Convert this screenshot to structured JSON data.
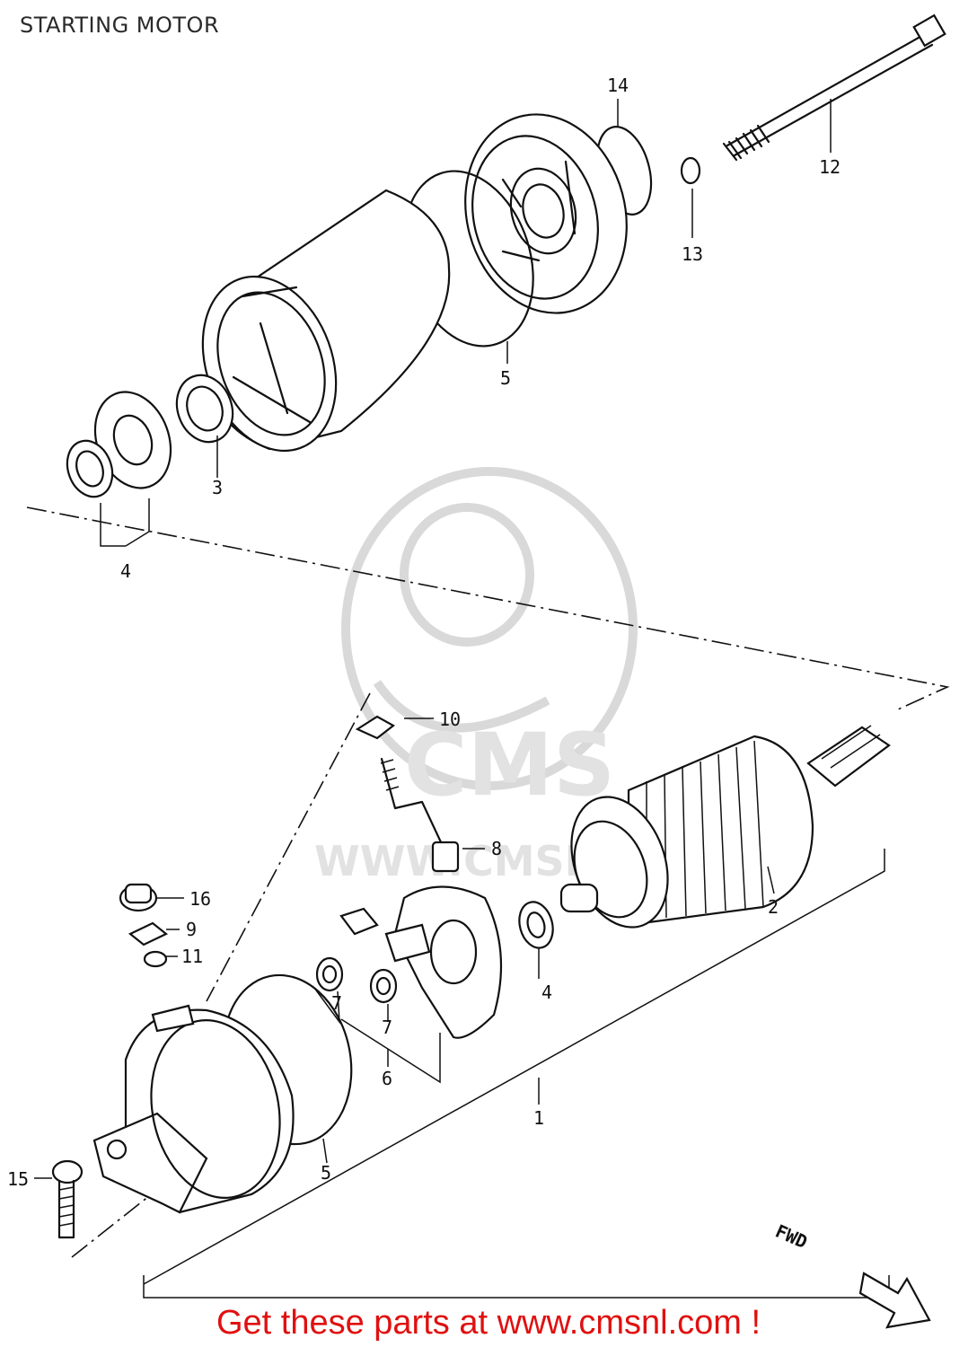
{
  "title": "STARTING MOTOR",
  "promo_text": "Get these parts at www.cmsnl.com !",
  "watermark": {
    "logo_text": "CMS",
    "url_text": "WWW.CMSNL"
  },
  "direction_label": "FWD",
  "parts": [
    {
      "ref": "1"
    },
    {
      "ref": "2"
    },
    {
      "ref": "3"
    },
    {
      "ref": "4"
    },
    {
      "ref": "4"
    },
    {
      "ref": "5"
    },
    {
      "ref": "5"
    },
    {
      "ref": "6"
    },
    {
      "ref": "7"
    },
    {
      "ref": "7"
    },
    {
      "ref": "8"
    },
    {
      "ref": "9"
    },
    {
      "ref": "10"
    },
    {
      "ref": "11"
    },
    {
      "ref": "12"
    },
    {
      "ref": "13"
    },
    {
      "ref": "14"
    },
    {
      "ref": "15"
    },
    {
      "ref": "16"
    }
  ],
  "colors": {
    "promo": "#e01010",
    "line": "#111111",
    "watermark": "#d9d9d9"
  }
}
